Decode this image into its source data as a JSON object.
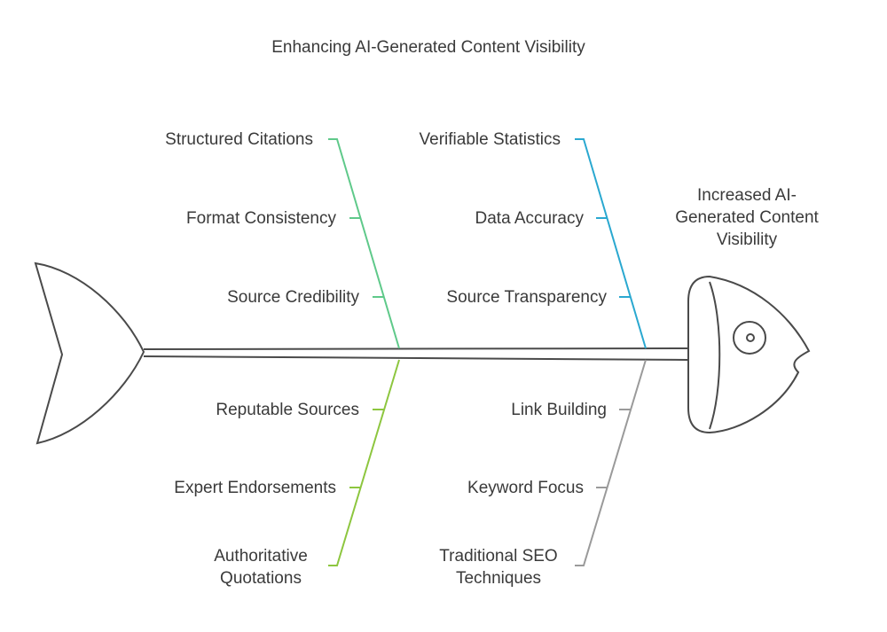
{
  "title": "Enhancing AI-Generated Content Visibility",
  "effect": "Increased AI-Generated Content Visibility",
  "colors": {
    "outline": "#4a4a4a",
    "bone_green": "#5fc98a",
    "bone_blue": "#2aa8d0",
    "bone_lime": "#8dc63f",
    "bone_gray": "#9a9a9a"
  },
  "categories": [
    {
      "position": "top-left",
      "color": "bone_green",
      "causes": [
        "Structured Citations",
        "Format Consistency",
        "Source Credibility"
      ]
    },
    {
      "position": "top-right",
      "color": "bone_blue",
      "causes": [
        "Verifiable Statistics",
        "Data Accuracy",
        "Source Transparency"
      ]
    },
    {
      "position": "bottom-left",
      "color": "bone_lime",
      "causes": [
        "Reputable Sources",
        "Expert Endorsements",
        "Authoritative Quotations"
      ]
    },
    {
      "position": "bottom-right",
      "color": "bone_gray",
      "causes": [
        "Link Building",
        "Keyword Focus",
        "Traditional SEO Techniques"
      ]
    }
  ]
}
